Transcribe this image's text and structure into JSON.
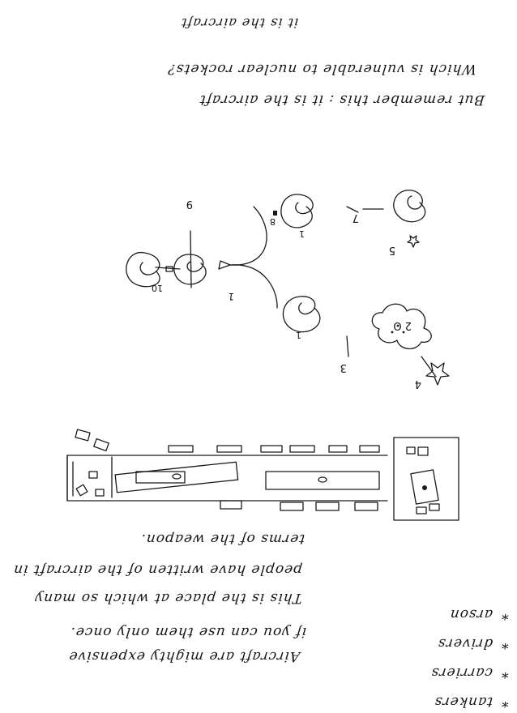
{
  "note": {
    "orientation": "upside-down",
    "heading_line": "it is the aircraft",
    "intro_lines": [
      "Which is vulnerable to nuclear rockets?",
      "But remember this : it is the aircraft"
    ],
    "diagram": {
      "labels": {
        "upper_branch_node": "1",
        "upper_branch_connector": "8",
        "lower_branch_node": "1",
        "root_node": "1",
        "root_link": "10",
        "root_stem": "9",
        "enemy_arrow": "7",
        "enemy_base": "5",
        "cloud_text": "2 O",
        "cloud_arrow": "3",
        "star_arrow": "4"
      }
    },
    "lower_lines": [
      "This is the place at which so many",
      "people have written of the aircraft in",
      "terms of the weapon."
    ],
    "final_paragraph": [
      "Aircraft are mighty expensive",
      "if you can use them only once."
    ],
    "bullets": [
      "arson",
      "drivers",
      "carriers",
      "tankers"
    ],
    "bullet_symbol": "*"
  }
}
